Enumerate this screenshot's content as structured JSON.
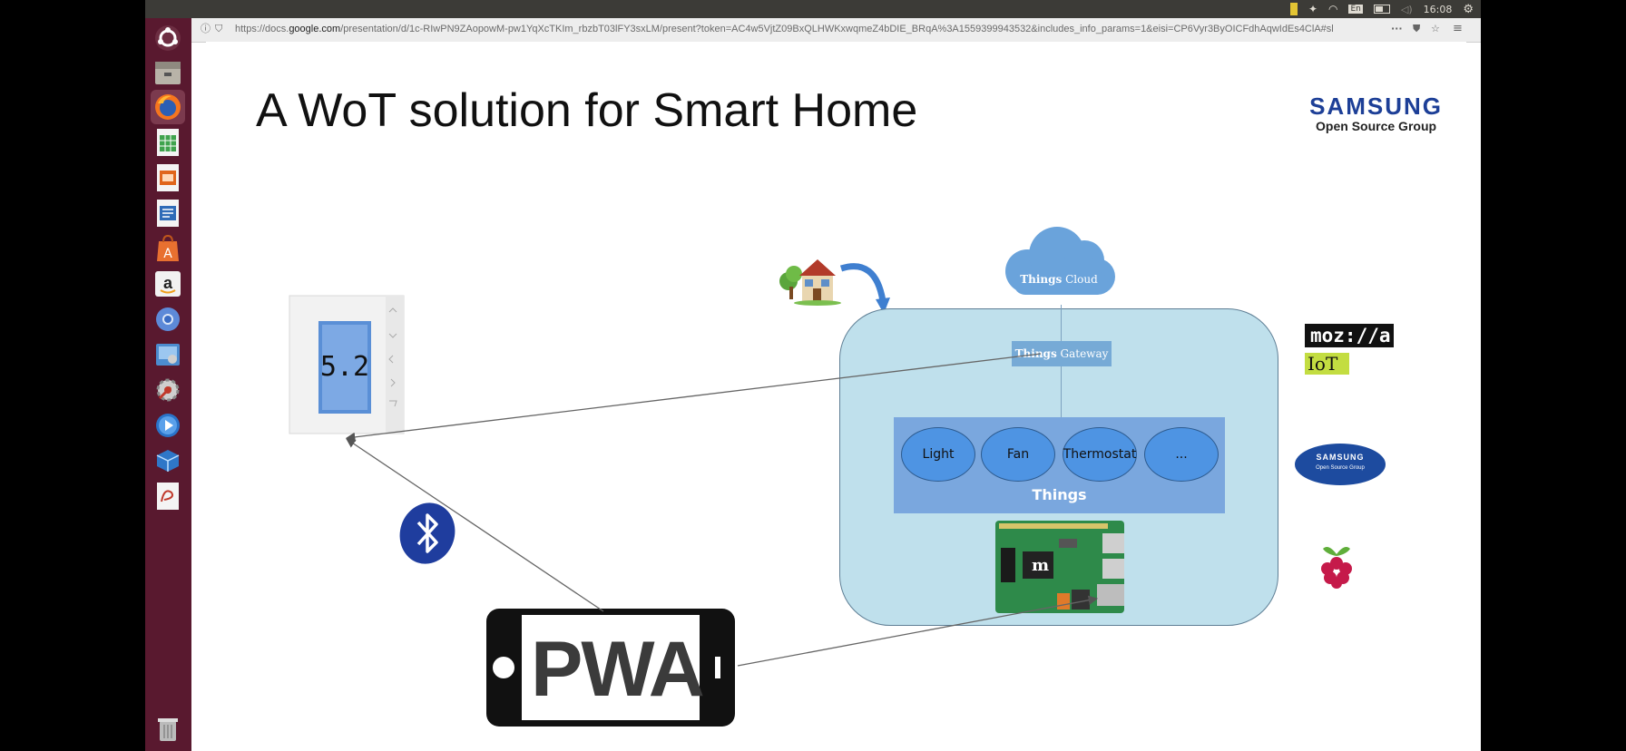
{
  "system": {
    "clock": "16:08",
    "keyboard_indicator": "En"
  },
  "browser": {
    "url_prefix": "https://docs.",
    "url_domain": "google.com",
    "url_rest": "/presentation/d/1c-RIwPN9ZAopowM-pw1YqXcTKIm_rbzbT03lFY3sxLM/present?token=AC4w5VjtZ09BxQLHWKxwqmeZ4bDIE_BRqA%3A1559399943532&includes_info_params=1&eisi=CP6Vyr3ByOICFdhAqwIdEs4ClA#sl",
    "more_label": "···"
  },
  "slide": {
    "title": "A WoT solution for Smart Home",
    "logo": {
      "brand": "SAMSUNG",
      "subtitle": "Open Source Group"
    },
    "cloud": {
      "label_bold": "Things",
      "label_rest": " Cloud"
    },
    "gateway": {
      "label_bold": "Things",
      "label_rest": " Gateway"
    },
    "things": {
      "label": "Things",
      "items": [
        "Light",
        "Fan",
        "Thermostat",
        "..."
      ]
    },
    "thermostat_display": "5.2",
    "pwa_text": "PWA",
    "board_letter": "m",
    "partners": {
      "mozilla_word": "moz://a",
      "mozilla_iot": "IoT",
      "samsung_oval_word": "SAMSUNG",
      "samsung_oval_sub": "Open Source Group"
    }
  },
  "colors": {
    "launcher": "#59192f",
    "home_box": "#bfe0ec",
    "things_panel": "#7aa7de",
    "thing_node": "#4e94e3",
    "samsung_blue": "#1d3f97",
    "bluetooth_blue": "#1f3d9e",
    "mozilla_iot_green": "#c3dd41"
  }
}
